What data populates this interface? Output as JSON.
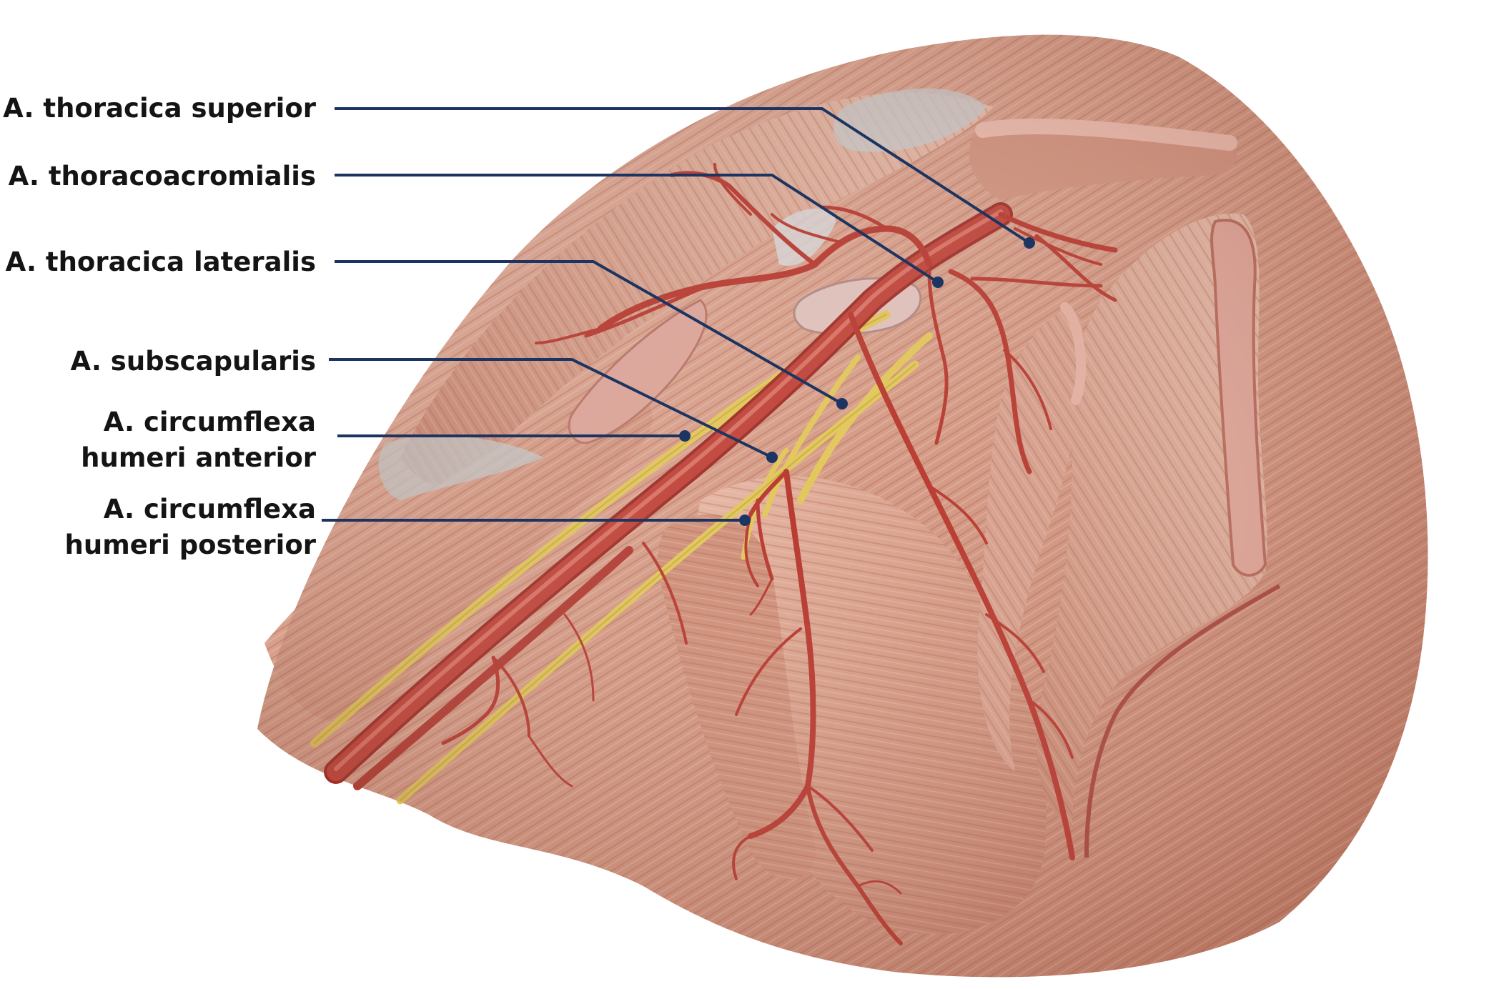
{
  "colors": {
    "leader_line": "#1c3461",
    "artery": "#c0443a",
    "artery_dark": "#9e2e28",
    "nerve": "#e2c75a",
    "muscle": "#d9a08c",
    "muscle_dark": "#b97560",
    "fascia": "#e4d2c8",
    "tendon": "#d6d6d6",
    "label_text": "#141414"
  },
  "illustration": {
    "subject": "axillary-artery-branches-shoulder"
  },
  "labels": [
    {
      "lines": [
        "A. thoracica superior"
      ]
    },
    {
      "lines": [
        "A. thoracoacromialis"
      ]
    },
    {
      "lines": [
        "A. thoracica lateralis"
      ]
    },
    {
      "lines": [
        "A. subscapularis"
      ]
    },
    {
      "lines": [
        "A. circumflexa",
        "humeri anterior"
      ]
    },
    {
      "lines": [
        "A. circumflexa",
        "humeri posterior"
      ]
    }
  ]
}
